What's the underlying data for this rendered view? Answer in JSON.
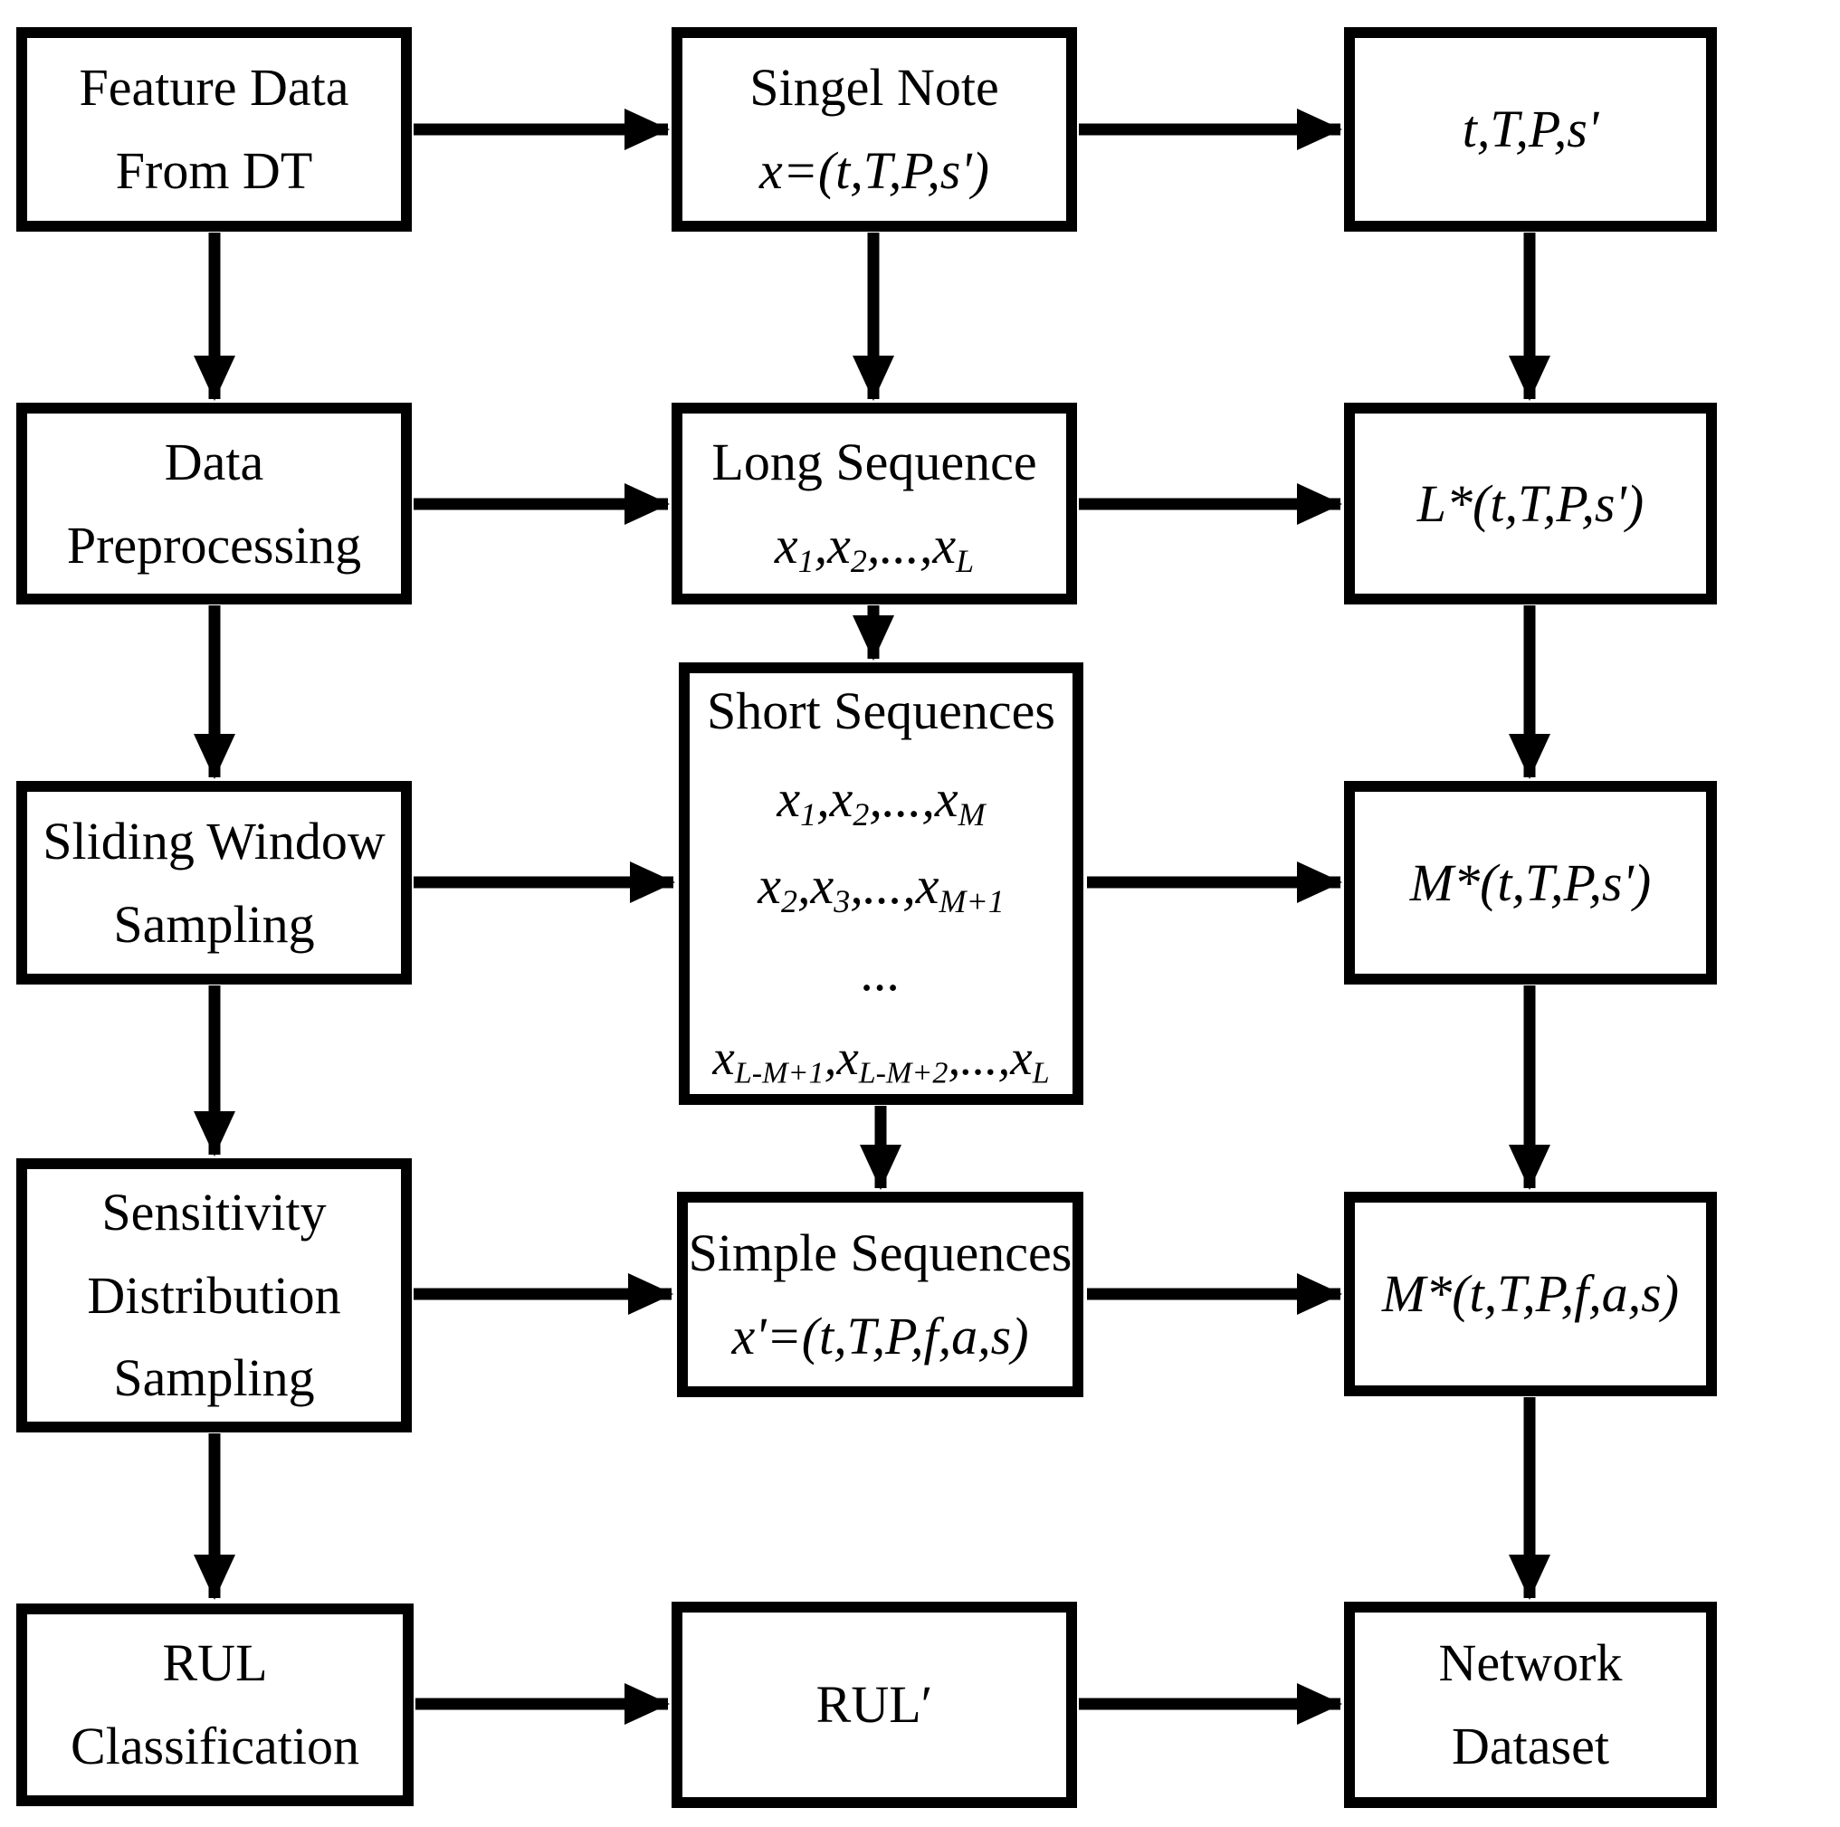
{
  "diagram": {
    "title": "RUL network dataset construction flowchart",
    "colors": {
      "ink": "#000000",
      "background": "#ffffff"
    },
    "boxes": {
      "feature_data": {
        "lines": [
          "Feature Data",
          "From DT"
        ]
      },
      "single_note": {
        "title": "Singel Note",
        "formula": "x=(t,T,P,s')"
      },
      "ttps": {
        "formula": "t,T,P,s'"
      },
      "data_preprocessing": {
        "lines": [
          "Data",
          "Preprocessing"
        ]
      },
      "long_sequence": {
        "title": "Long Sequence",
        "formula": "x_{1},x_{2},...,x_{L}"
      },
      "l_ttps": {
        "formula": "L*(t,T,P,s')"
      },
      "sliding_window": {
        "lines": [
          "Sliding Window",
          "Sampling"
        ]
      },
      "short_sequences": {
        "title": "Short Sequences",
        "formulas": [
          "x_{1},x_{2},...,x_{M}",
          "x_{2},x_{3},...,x_{M+1}",
          "...",
          "x_{L-M+1},x_{L-M+2},...,x_{L}"
        ]
      },
      "m_ttps": {
        "formula": "M*(t,T,P,s')"
      },
      "sensitivity": {
        "lines": [
          "Sensitivity",
          "Distribution",
          "Sampling"
        ]
      },
      "simple_sequences": {
        "title": "Simple Sequences",
        "formula": "x'=(t,T,P,f,a,s)"
      },
      "m_ttpfas": {
        "formula": "M*(t,T,P,f,a,s)"
      },
      "rul_classification": {
        "lines": [
          "RUL",
          "Classification"
        ]
      },
      "rul_prime": {
        "lines": [
          "RUL′"
        ]
      },
      "network_dataset": {
        "lines": [
          "Network",
          "Dataset"
        ]
      }
    }
  }
}
